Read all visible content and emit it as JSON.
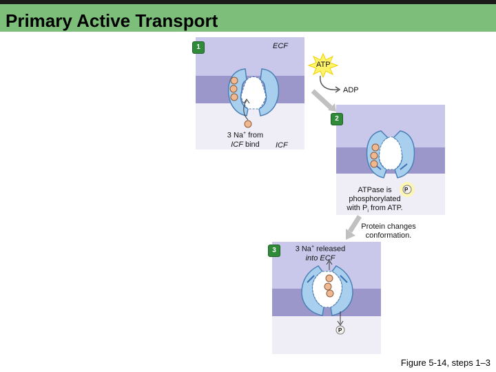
{
  "header": {
    "title": "Primary Active Transport"
  },
  "steps": [
    {
      "number": "1",
      "top_label": "ECF",
      "bottom_label": "ICF",
      "note_prefix": "3 Na",
      "note_sup": "+",
      "note_suffix": " from",
      "note_line2_italic": "ICF",
      "note_line2_rest": " bind"
    },
    {
      "number": "2",
      "note_line1": "ATPase is",
      "note_line2": "phosphorylated",
      "note_line3_prefix": "with P",
      "note_line3_sub": "i",
      "note_line3_suffix": " from ATP."
    },
    {
      "number": "3",
      "note_prefix": "3 Na",
      "note_sup": "+",
      "note_suffix": " released",
      "note_line2": "into ECF"
    }
  ],
  "atp": {
    "label": "ATP",
    "product": "ADP"
  },
  "phosphate_symbol": "P",
  "transition": {
    "line1": "Protein changes",
    "line2": "conformation."
  },
  "caption": "Figure 5-14, steps 1–3"
}
